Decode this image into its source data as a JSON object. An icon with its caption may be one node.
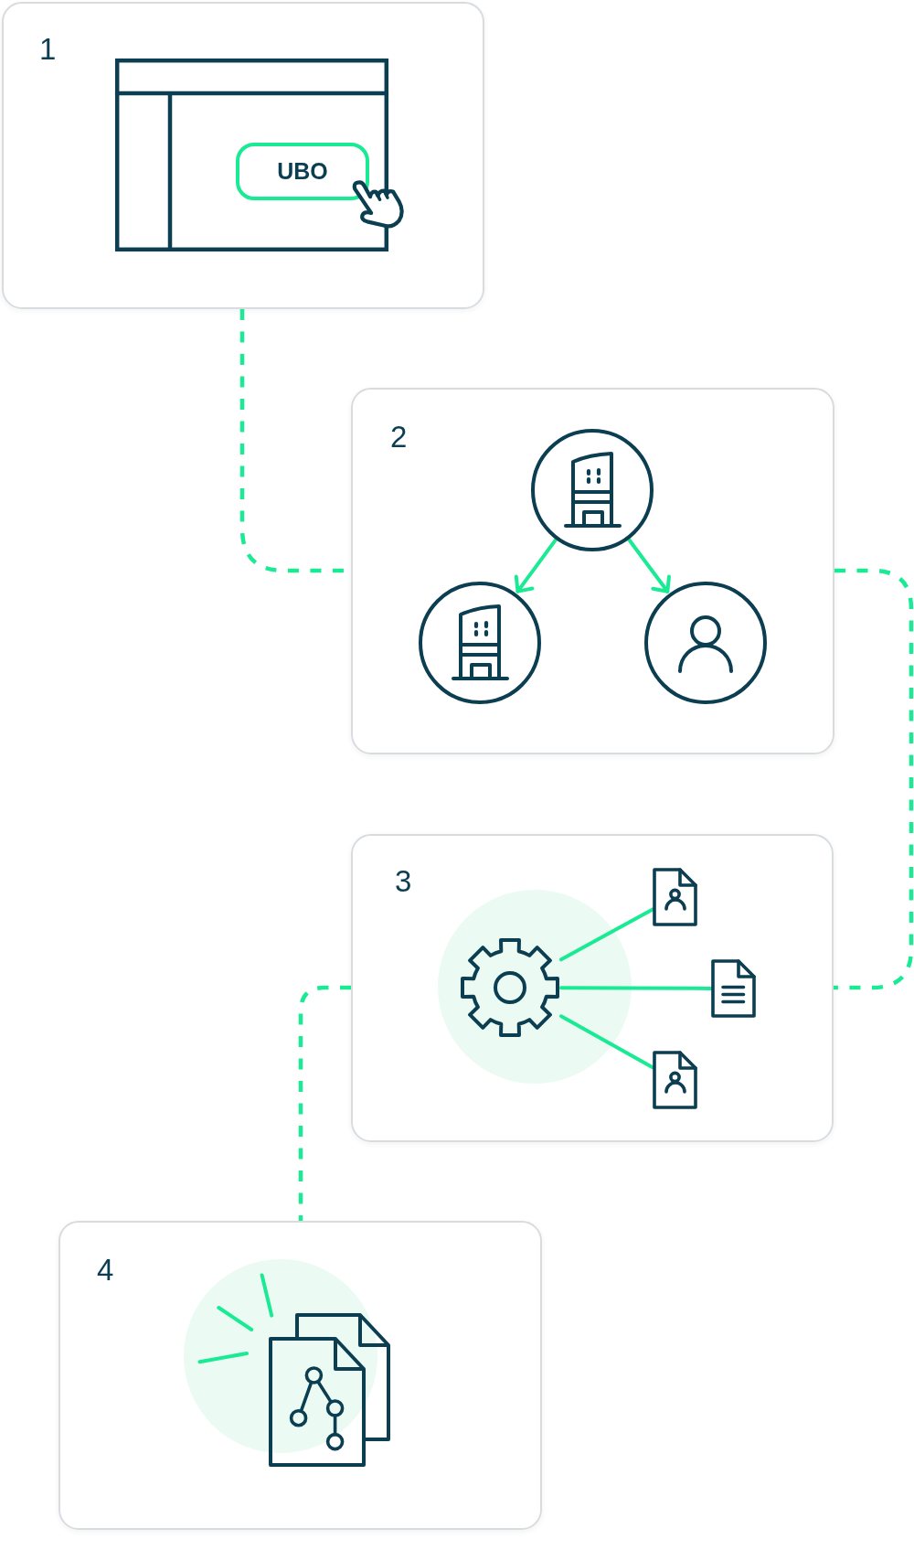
{
  "diagram": {
    "nodes": [
      {
        "text": [
          "1"
        ]
      },
      {
        "text": [
          "UBO"
        ],
        "in": 0
      },
      {
        "text": [
          "2"
        ]
      },
      {
        "text": [],
        "shape": "circle",
        "in": 2
      },
      {
        "text": [],
        "shape": "circle",
        "in": 2
      },
      {
        "text": [],
        "shape": "circle",
        "in": 2
      },
      {
        "text": [
          "3"
        ]
      },
      {
        "text": [],
        "shape": "gear",
        "in": 6
      },
      {
        "text": [],
        "shape": "document",
        "in": 6
      },
      {
        "text": [],
        "shape": "document",
        "in": 6
      },
      {
        "text": [],
        "shape": "document",
        "in": 6
      },
      {
        "text": [
          "4"
        ]
      }
    ],
    "edges": [
      {
        "from": 0,
        "to": 2,
        "arrow": "none",
        "style": "dashed"
      },
      {
        "from": 2,
        "to": 6,
        "arrow": "none",
        "style": "dashed"
      },
      {
        "from": 6,
        "to": 11,
        "arrow": "none",
        "style": "dashed"
      },
      {
        "from": 3,
        "to": 4,
        "arrow": "to"
      },
      {
        "from": 3,
        "to": 5,
        "arrow": "to"
      },
      {
        "from": 7,
        "to": 8,
        "arrow": "none"
      },
      {
        "from": 7,
        "to": 9,
        "arrow": "none"
      },
      {
        "from": 7,
        "to": 10,
        "arrow": "none"
      }
    ]
  }
}
